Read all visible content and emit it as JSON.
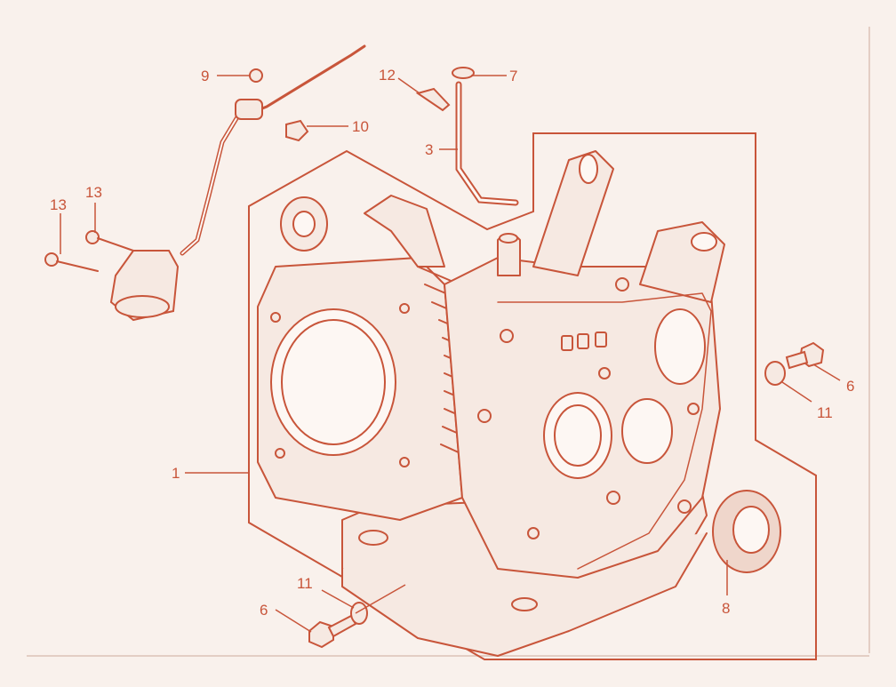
{
  "colors": {
    "background": "#f9f1ec",
    "line": "#c8553a",
    "fill": "#f6e9e2",
    "frame": "#dcc3b7"
  },
  "callouts": {
    "c1": "1",
    "c3": "3",
    "c6a": "6",
    "c6b": "6",
    "c7": "7",
    "c8": "8",
    "c9": "9",
    "c10": "10",
    "c11a": "11",
    "c11b": "11",
    "c12": "12",
    "c13a": "13",
    "c13b": "13"
  }
}
